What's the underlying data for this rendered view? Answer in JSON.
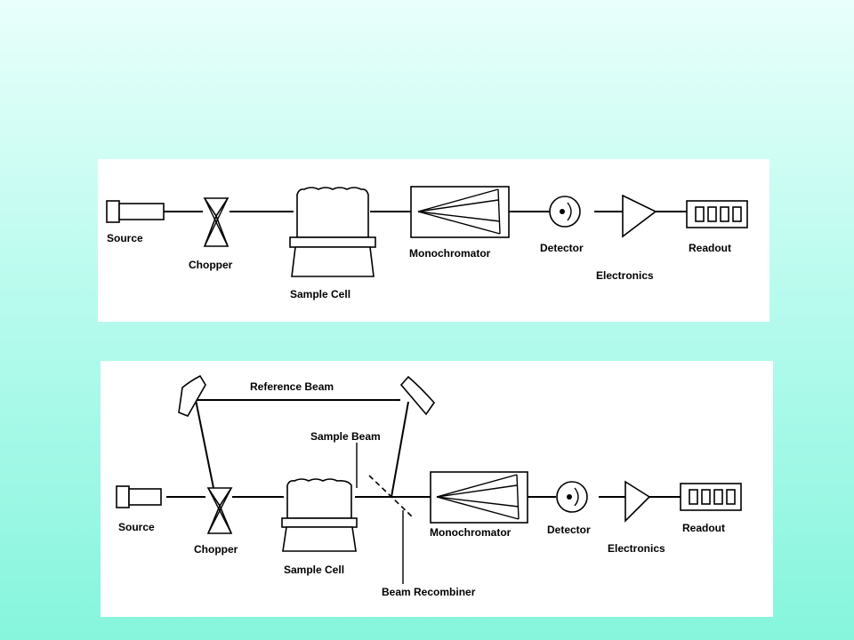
{
  "colors": {
    "background_top": "#e9fffb",
    "background_bottom": "#86f5dc",
    "panel": "#ffffff",
    "ink": "#000000"
  },
  "single_beam": {
    "labels": {
      "source": "Source",
      "chopper": "Chopper",
      "sample_cell": "Sample Cell",
      "monochromator": "Monochromator",
      "detector": "Detector",
      "electronics": "Electronics",
      "readout": "Readout"
    }
  },
  "double_beam": {
    "labels": {
      "reference_beam": "Reference Beam",
      "sample_beam": "Sample Beam",
      "source": "Source",
      "chopper": "Chopper",
      "sample_cell": "Sample Cell",
      "beam_recombiner": "Beam Recombiner",
      "monochromator": "Monochromator",
      "detector": "Detector",
      "electronics": "Electronics",
      "readout": "Readout"
    }
  }
}
